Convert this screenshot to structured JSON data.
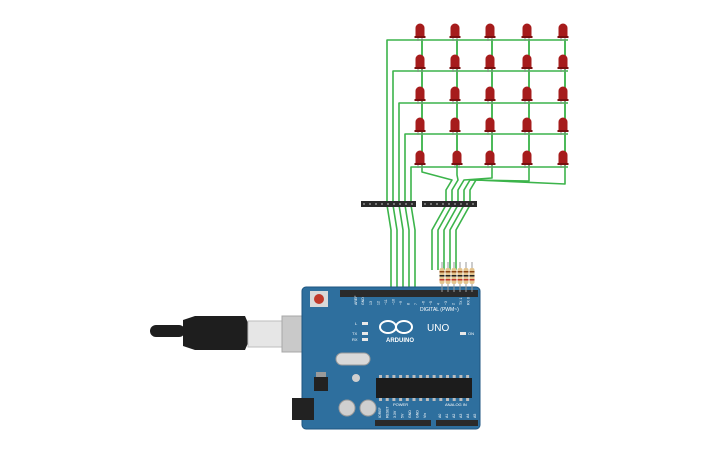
{
  "colors": {
    "background": "#ffffff",
    "wire": "#3cb44b",
    "led": "#a61c1c",
    "led_dark": "#7a0f0f",
    "board": "#2e6f9e",
    "board_edge": "#1f5680",
    "header": "#2a2a2a",
    "resistor": "#e3c48e"
  },
  "led_grid": {
    "rows": 5,
    "cols": 5
  },
  "board": {
    "brand": "ARDUINO",
    "model": "UNO",
    "digital_label": "DIGITAL (PWM~)",
    "power_label": "POWER",
    "analog_label": "ANALOG IN",
    "tx_label": "TX",
    "rx_label": "RX",
    "l_label": "L",
    "on_label": "ON",
    "aref_label": "AREF",
    "gnd_label": "GND",
    "digital_pins": [
      "13",
      "12",
      "~11",
      "~10",
      "~9",
      "8",
      "7",
      "~6",
      "~5",
      "4",
      "~3",
      "2",
      "TX 1",
      "RX 0"
    ],
    "power_pins": [
      "IOREF",
      "RESET",
      "3.3V",
      "5V",
      "GND",
      "GND",
      "Vin"
    ],
    "analog_pins": [
      "A0",
      "A1",
      "A2",
      "A3",
      "A4",
      "A5"
    ]
  },
  "resistors": {
    "count": 6
  },
  "usb_cable": {
    "present": true
  }
}
